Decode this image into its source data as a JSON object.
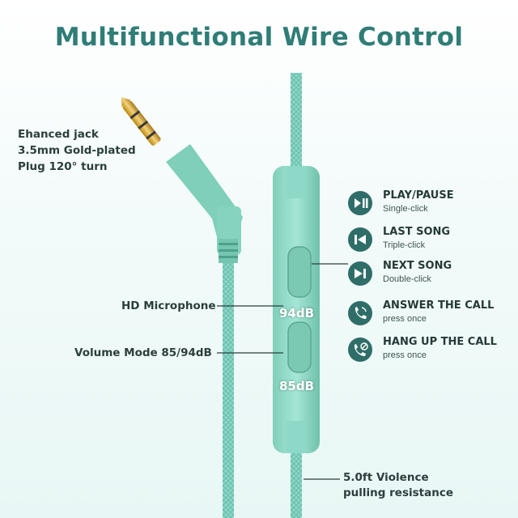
{
  "title": "Multifunctional Wire Control",
  "jack": {
    "lines": [
      "Ehanced jack",
      "3.5mm Gold-plated",
      "Plug 120° turn"
    ]
  },
  "microphone_label": "HD Microphone",
  "volume_label": "Volume Mode 85/94dB",
  "db_high": "94dB",
  "db_low": "85dB",
  "cable": {
    "lines": [
      "5.0ft Violence",
      "pulling resistance"
    ]
  },
  "features": [
    {
      "title": "PLAY/PAUSE",
      "sub": "Single-click",
      "icon": "play-pause-icon"
    },
    {
      "title": "LAST SONG",
      "sub": "Triple-click",
      "icon": "previous-track-icon"
    },
    {
      "title": "NEXT SONG",
      "sub": "Double-click",
      "icon": "next-track-icon"
    },
    {
      "title": "ANSWER THE CALL",
      "sub": "press once",
      "icon": "phone-answer-icon"
    },
    {
      "title": "HANG UP THE CALL",
      "sub": "press once",
      "icon": "phone-hangup-icon"
    }
  ],
  "colors": {
    "title": "#2f7d76",
    "cable": "#8ed9c9",
    "icon_bg": "#2f6d68",
    "text": "#2b3f3d"
  }
}
